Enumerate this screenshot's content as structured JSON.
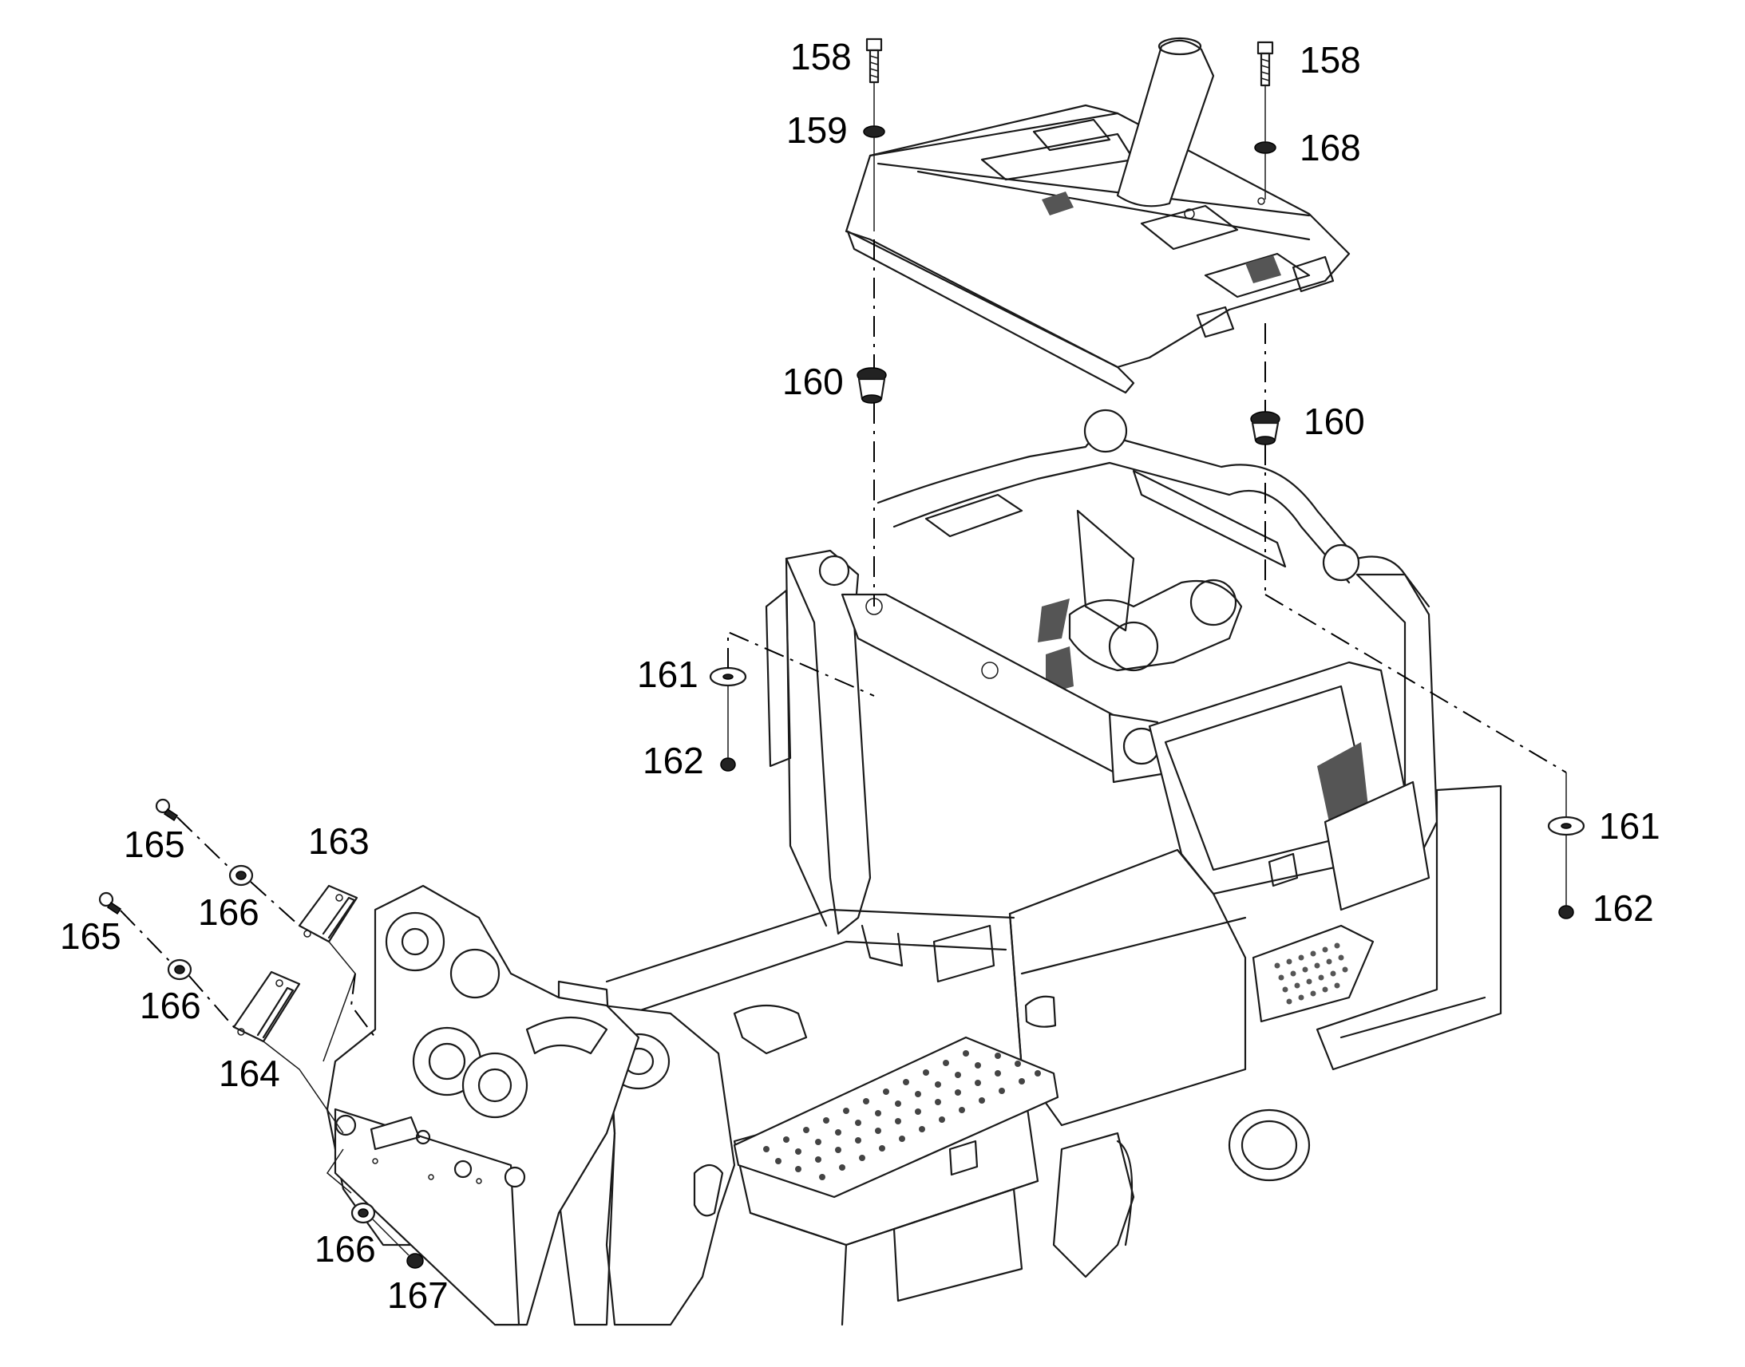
{
  "callouts": {
    "c158a": "158",
    "c158b": "158",
    "c159": "159",
    "c168": "168",
    "c160a": "160",
    "c160b": "160",
    "c161a": "161",
    "c162a": "162",
    "c161b": "161",
    "c162b": "162",
    "c163": "163",
    "c164": "164",
    "c165a": "165",
    "c165b": "165",
    "c166a": "166",
    "c166b": "166",
    "c166c": "166",
    "c167": "167"
  }
}
